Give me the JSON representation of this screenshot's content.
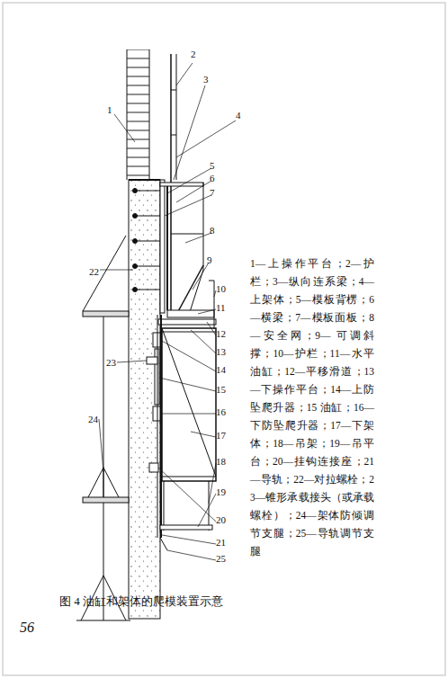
{
  "diagram": {
    "caption": "图 4  油缸和架体的爬模装置示意",
    "labels": [
      "1",
      "2",
      "3",
      "4",
      "5",
      "6",
      "7",
      "8",
      "9",
      "10",
      "11",
      "12",
      "13",
      "14",
      "15",
      "16",
      "17",
      "18",
      "19",
      "20",
      "21",
      "22",
      "23",
      "24",
      "25",
      "1—上操作平台；2—护栏；3—纵向连系梁；4—上架体；5—模板背楞；6—横梁；7—模板面板；8—安全网；9— 可调斜撑；10—护栏；11—水平油缸；12—平移滑道；13—下操作平台；14—上防坠爬升器；15  油缸；16—下防坠爬升器；17—下架体；18—吊架；19—吊平台；20—挂钩连接座；21—导轨；22—对拉螺栓；23—锥形承载接头（或承载螺栓）；24—架体防倾调节支腿；25—导轨调节支腿",
      "56"
    ]
  }
}
